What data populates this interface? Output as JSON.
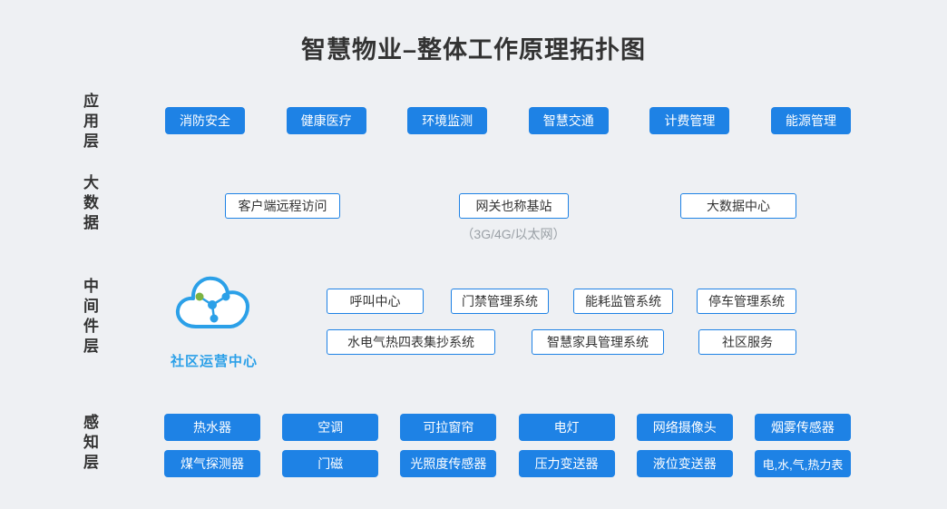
{
  "title": "智慧物业–整体工作原理拓扑图",
  "layers": {
    "application": {
      "label": "应用层",
      "items": [
        "消防安全",
        "健康医疗",
        "环境监测",
        "智慧交通",
        "计费管理",
        "能源管理"
      ]
    },
    "bigdata": {
      "label": "大数据",
      "items": [
        "客户端远程访问",
        "网关也称基站",
        "大数据中心"
      ],
      "note": "（3G/4G/以太网）"
    },
    "middleware": {
      "label": "中间件层",
      "cloud_label": "社区运营中心",
      "row1": [
        "呼叫中心",
        "门禁管理系统",
        "能耗监管系统",
        "停车管理系统"
      ],
      "row2": [
        "水电气热四表集抄系统",
        "智慧家具管理系统",
        "社区服务"
      ]
    },
    "perception": {
      "label": "感知层",
      "row1": [
        "热水器",
        "空调",
        "可拉窗帘",
        "电灯",
        "网络摄像头",
        "烟雾传感器"
      ],
      "row2": [
        "煤气探测器",
        "门磁",
        "光照度传感器",
        "压力变送器",
        "液位变送器",
        "电,水,气,热力表"
      ]
    }
  },
  "colors": {
    "accent": "#1e82e5",
    "cloud-blue": "#2ba0e8",
    "node-green": "#7cb342",
    "background": "#eef0f3",
    "text": "#333333",
    "muted": "#9aa0a6"
  }
}
